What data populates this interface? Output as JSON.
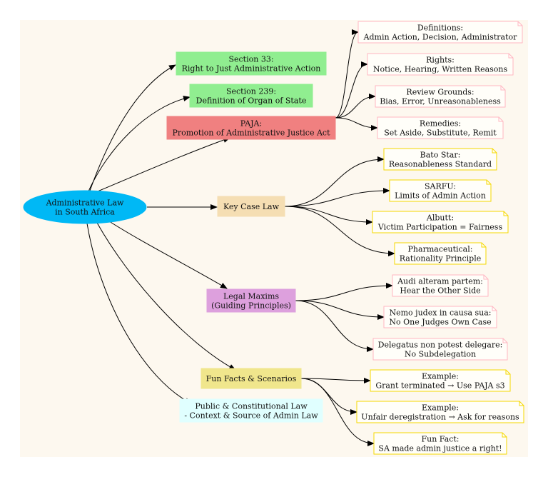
{
  "diagram": {
    "root": {
      "id": "root",
      "lines": [
        "Administrative Law",
        "in South Africa"
      ],
      "fill": "#00b8f5",
      "stroke": "#00b8f5",
      "shape": "ellipse"
    },
    "branches": [
      {
        "id": "s33",
        "lines": [
          "Section 33:",
          "Right to Just Administrative Action"
        ],
        "fill": "#90ee90",
        "stroke": "#90ee90",
        "shape": "box"
      },
      {
        "id": "s239",
        "lines": [
          "Section 239:",
          "Definition of Organ of State"
        ],
        "fill": "#90ee90",
        "stroke": "#90ee90",
        "shape": "box"
      },
      {
        "id": "paja",
        "lines": [
          "PAJA:",
          "Promotion of Administrative Justice Act"
        ],
        "fill": "#f08080",
        "stroke": "#f08080",
        "shape": "box"
      },
      {
        "id": "case",
        "lines": [
          "Key Case Law"
        ],
        "fill": "#f5deb3",
        "stroke": "#f5deb3",
        "shape": "box"
      },
      {
        "id": "maxims",
        "lines": [
          "Legal Maxims",
          "(Guiding Principles)"
        ],
        "fill": "#dda0dd",
        "stroke": "#dda0dd",
        "shape": "box"
      },
      {
        "id": "fun",
        "lines": [
          "Fun Facts & Scenarios"
        ],
        "fill": "#f0e68c",
        "stroke": "#f0e68c",
        "shape": "box"
      },
      {
        "id": "public",
        "lines": [
          "Public & Constitutional Law",
          "- Context & Source of Admin Law"
        ],
        "fill": "#e0ffff",
        "stroke": "#e0ffff",
        "shape": "box"
      }
    ],
    "leaves": [
      {
        "id": "defs",
        "parent": "paja",
        "lines": [
          "Definitions:",
          "Admin Action, Decision, Administrator"
        ],
        "stroke": "#ffb6c1",
        "shape": "note"
      },
      {
        "id": "rights",
        "parent": "paja",
        "lines": [
          "Rights:",
          "Notice, Hearing, Written Reasons"
        ],
        "stroke": "#ffb6c1",
        "shape": "note"
      },
      {
        "id": "review",
        "parent": "paja",
        "lines": [
          "Review Grounds:",
          "Bias, Error, Unreasonableness"
        ],
        "stroke": "#ffb6c1",
        "shape": "note"
      },
      {
        "id": "remedies",
        "parent": "paja",
        "lines": [
          "Remedies:",
          "Set Aside, Substitute, Remit"
        ],
        "stroke": "#ffb6c1",
        "shape": "note"
      },
      {
        "id": "bato",
        "parent": "case",
        "lines": [
          "Bato Star:",
          "Reasonableness Standard"
        ],
        "stroke": "#f5d800",
        "shape": "note"
      },
      {
        "id": "sarfu",
        "parent": "case",
        "lines": [
          "SARFU:",
          "Limits of Admin Action"
        ],
        "stroke": "#f5d800",
        "shape": "note"
      },
      {
        "id": "albutt",
        "parent": "case",
        "lines": [
          "Albutt:",
          "Victim Participation = Fairness"
        ],
        "stroke": "#f5d800",
        "shape": "note"
      },
      {
        "id": "pharma",
        "parent": "case",
        "lines": [
          "Pharmaceutical:",
          "Rationality Principle"
        ],
        "stroke": "#f5d800",
        "shape": "note"
      },
      {
        "id": "audi",
        "parent": "maxims",
        "lines": [
          "Audi alteram partem:",
          "Hear the Other Side"
        ],
        "stroke": "#ffb6c1",
        "shape": "note"
      },
      {
        "id": "nemo",
        "parent": "maxims",
        "lines": [
          "Nemo judex in causa sua:",
          "No One Judges Own Case"
        ],
        "stroke": "#ffb6c1",
        "shape": "note"
      },
      {
        "id": "delegatus",
        "parent": "maxims",
        "lines": [
          "Delegatus non potest delegare:",
          "No Subdelegation"
        ],
        "stroke": "#ffb6c1",
        "shape": "note"
      },
      {
        "id": "ex1",
        "parent": "fun",
        "lines": [
          "Example:",
          "Grant terminated → Use PAJA s3"
        ],
        "stroke": "#f5d800",
        "shape": "note"
      },
      {
        "id": "ex2",
        "parent": "fun",
        "lines": [
          "Example:",
          "Unfair deregistration → Ask for reasons"
        ],
        "stroke": "#f5d800",
        "shape": "note"
      },
      {
        "id": "funfact",
        "parent": "fun",
        "lines": [
          "Fun Fact:",
          "SA made admin justice a right!"
        ],
        "stroke": "#f5d800",
        "shape": "note"
      }
    ]
  }
}
